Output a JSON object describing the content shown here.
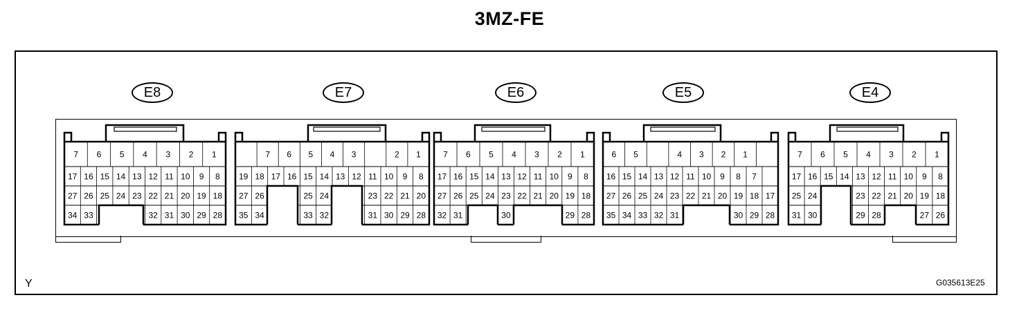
{
  "title": "3MZ-FE",
  "corner_mark": "Y",
  "figure_code": "G035613E25",
  "connectors": [
    {
      "label": "E8",
      "rows": [
        [
          "7",
          "6",
          "5",
          "4",
          "3",
          "2",
          "1"
        ],
        [
          "17",
          "16",
          "15",
          "14",
          "13",
          "12",
          "11",
          "10",
          "9",
          "8"
        ],
        [
          "27",
          "26",
          "25",
          "24",
          "23",
          "22",
          "21",
          "20",
          "19",
          "18"
        ],
        [
          "34",
          "33",
          "",
          "",
          "",
          "32",
          "31",
          "30",
          "29",
          "28"
        ]
      ]
    },
    {
      "label": "E7",
      "rows": [
        [
          "",
          "7",
          "6",
          "5",
          "4",
          "3",
          "",
          "2",
          "1"
        ],
        [
          "19",
          "18",
          "17",
          "16",
          "15",
          "14",
          "13",
          "12",
          "11",
          "10",
          "9",
          "8"
        ],
        [
          "27",
          "26",
          "",
          "",
          "25",
          "24",
          "",
          "",
          "23",
          "22",
          "21",
          "20"
        ],
        [
          "35",
          "34",
          "",
          "",
          "33",
          "32",
          "",
          "",
          "31",
          "30",
          "29",
          "28"
        ]
      ]
    },
    {
      "label": "E6",
      "rows": [
        [
          "7",
          "6",
          "5",
          "4",
          "3",
          "2",
          "1"
        ],
        [
          "17",
          "16",
          "15",
          "14",
          "13",
          "12",
          "11",
          "10",
          "9",
          "8"
        ],
        [
          "27",
          "26",
          "25",
          "24",
          "23",
          "22",
          "21",
          "20",
          "19",
          "18"
        ],
        [
          "32",
          "31",
          "",
          "",
          "30",
          "",
          "",
          "",
          "29",
          "28"
        ]
      ]
    },
    {
      "label": "E5",
      "rows": [
        [
          "6",
          "5",
          "",
          "4",
          "3",
          "2",
          "1",
          ""
        ],
        [
          "16",
          "15",
          "14",
          "13",
          "12",
          "11",
          "10",
          "9",
          "8",
          "7",
          ""
        ],
        [
          "27",
          "26",
          "25",
          "24",
          "23",
          "22",
          "21",
          "20",
          "19",
          "18",
          "17"
        ],
        [
          "35",
          "34",
          "33",
          "32",
          "31",
          "",
          "",
          "",
          "30",
          "29",
          "28"
        ]
      ]
    },
    {
      "label": "E4",
      "rows": [
        [
          "7",
          "6",
          "5",
          "4",
          "3",
          "2",
          "1"
        ],
        [
          "17",
          "16",
          "15",
          "14",
          "13",
          "12",
          "11",
          "10",
          "9",
          "8"
        ],
        [
          "25",
          "24",
          "",
          "",
          "23",
          "22",
          "21",
          "20",
          "19",
          "18"
        ],
        [
          "31",
          "30",
          "",
          "",
          "29",
          "28",
          "",
          "",
          "27",
          "26"
        ]
      ]
    }
  ]
}
